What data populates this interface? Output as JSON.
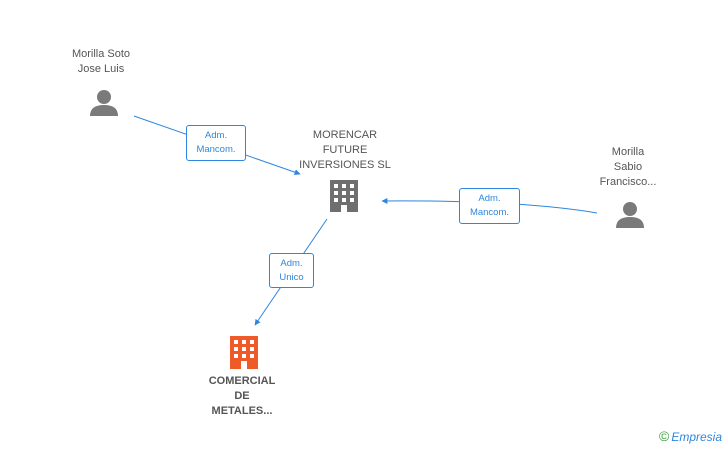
{
  "nodes": {
    "person1": {
      "line1": "Morilla Soto",
      "line2": "Jose Luis"
    },
    "company_main": {
      "line1": "MORENCAR",
      "line2": "FUTURE",
      "line3": "INVERSIONES SL"
    },
    "person2": {
      "line1": "Morilla",
      "line2": "Sabio",
      "line3": "Francisco..."
    },
    "company_target": {
      "line1": "COMERCIAL",
      "line2": "DE",
      "line3": "METALES..."
    }
  },
  "edges": {
    "e1": {
      "line1": "Adm.",
      "line2": "Mancom."
    },
    "e2": {
      "line1": "Adm.",
      "line2": "Mancom."
    },
    "e3": {
      "line1": "Adm.",
      "line2": "Unico"
    }
  },
  "watermark": {
    "symbol": "©",
    "brand": "Empresia"
  },
  "colors": {
    "edge": "#2e86de",
    "person_icon": "#7a7a7a",
    "company_icon": "#6f6f6f",
    "target_icon": "#f05a28"
  }
}
